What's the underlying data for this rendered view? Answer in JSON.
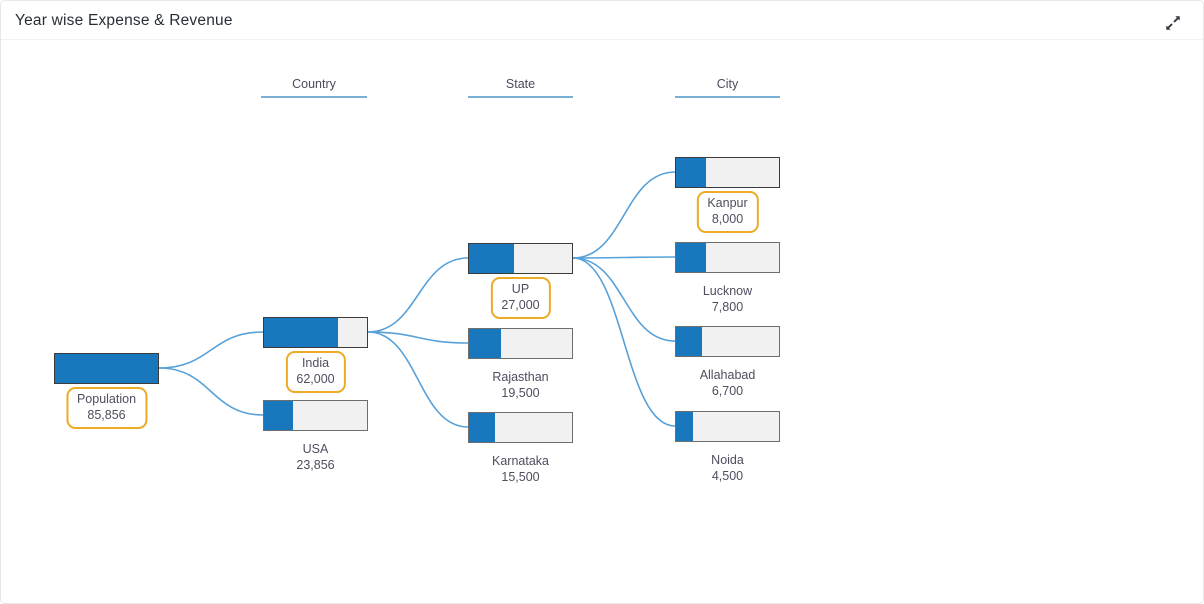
{
  "header": {
    "title": "Year wise Expense & Revenue",
    "expand_icon": "expand-diagonal-arrows"
  },
  "columns": [
    {
      "label": "Country"
    },
    {
      "label": "State"
    },
    {
      "label": "City"
    }
  ],
  "chart_data": {
    "type": "tree",
    "title": "Year wise Expense & Revenue",
    "legend": "none",
    "levels": [
      "Population",
      "Country",
      "State",
      "City"
    ],
    "bar_encoding": "blue fill fraction = node value / parent value",
    "nodes": [
      {
        "id": "population",
        "label": "Population",
        "value": "85,856",
        "num": 85856,
        "level": 0,
        "parent": null,
        "selected": true
      },
      {
        "id": "india",
        "label": "India",
        "value": "62,000",
        "num": 62000,
        "level": 1,
        "parent": "population",
        "selected": true
      },
      {
        "id": "usa",
        "label": "USA",
        "value": "23,856",
        "num": 23856,
        "level": 1,
        "parent": "population",
        "selected": false
      },
      {
        "id": "up",
        "label": "UP",
        "value": "27,000",
        "num": 27000,
        "level": 2,
        "parent": "india",
        "selected": true
      },
      {
        "id": "rajasthan",
        "label": "Rajasthan",
        "value": "19,500",
        "num": 19500,
        "level": 2,
        "parent": "india",
        "selected": false
      },
      {
        "id": "karnataka",
        "label": "Karnataka",
        "value": "15,500",
        "num": 15500,
        "level": 2,
        "parent": "india",
        "selected": false
      },
      {
        "id": "kanpur",
        "label": "Kanpur",
        "value": "8,000",
        "num": 8000,
        "level": 3,
        "parent": "up",
        "selected": true
      },
      {
        "id": "lucknow",
        "label": "Lucknow",
        "value": "7,800",
        "num": 7800,
        "level": 3,
        "parent": "up",
        "selected": false
      },
      {
        "id": "allahabad",
        "label": "Allahabad",
        "value": "6,700",
        "num": 6700,
        "level": 3,
        "parent": "up",
        "selected": false
      },
      {
        "id": "noida",
        "label": "Noida",
        "value": "4,500",
        "num": 4500,
        "level": 3,
        "parent": "up",
        "selected": false
      }
    ]
  },
  "colors": {
    "bar_fill": "#1877bd",
    "bar_empty": "#f1f1f1",
    "bar_border": "#6e6e6e",
    "bar_border_selected": "#3b3b3b",
    "link": "#58a1d8",
    "column_underline": "#7ab0d6",
    "selection_box": "#ecaa25",
    "label_text": "#514c5e",
    "title_text": "#272e38"
  }
}
